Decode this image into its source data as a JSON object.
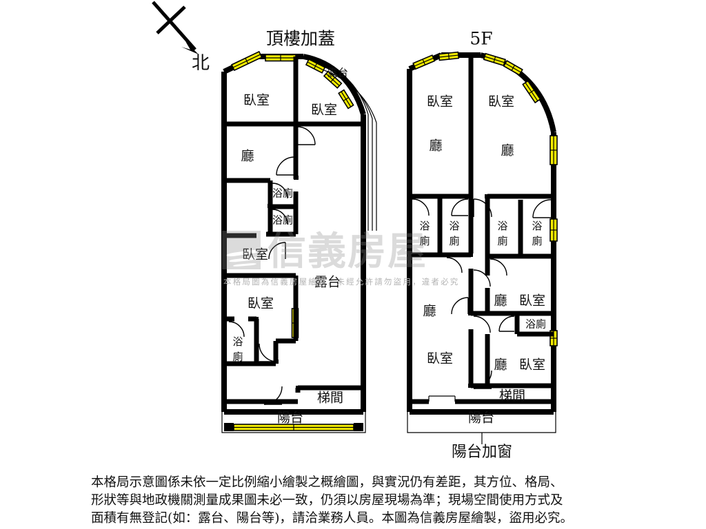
{
  "compass": {
    "label": "北"
  },
  "plans": [
    {
      "id": "rooftop",
      "title": "頂樓加蓋",
      "rooms": [
        {
          "name": "臥室",
          "kind": "bedroom"
        },
        {
          "name": "臥室",
          "kind": "bedroom"
        },
        {
          "name": "廳",
          "kind": "living"
        },
        {
          "name": "浴廁",
          "kind": "bath"
        },
        {
          "name": "浴廁",
          "kind": "bath"
        },
        {
          "name": "臥室",
          "kind": "bedroom"
        },
        {
          "name": "臥室",
          "kind": "bedroom"
        },
        {
          "name": "浴廁",
          "kind": "bath"
        },
        {
          "name": "梯間",
          "kind": "stair"
        },
        {
          "name": "陽台",
          "kind": "balcony"
        }
      ],
      "annotations": [
        {
          "name": "露台",
          "kind": "terrace"
        },
        {
          "name": "露台",
          "kind": "terrace"
        }
      ]
    },
    {
      "id": "floor5",
      "title": "5F",
      "rooms": [
        {
          "name": "臥室",
          "kind": "bedroom"
        },
        {
          "name": "臥室",
          "kind": "bedroom"
        },
        {
          "name": "廳",
          "kind": "living"
        },
        {
          "name": "廳",
          "kind": "living"
        },
        {
          "name": "浴廁",
          "kind": "bath"
        },
        {
          "name": "浴廁",
          "kind": "bath"
        },
        {
          "name": "浴廁",
          "kind": "bath"
        },
        {
          "name": "浴廁",
          "kind": "bath"
        },
        {
          "name": "廳",
          "kind": "living"
        },
        {
          "name": "臥室",
          "kind": "bedroom"
        },
        {
          "name": "廳",
          "kind": "living"
        },
        {
          "name": "臥室",
          "kind": "bedroom"
        },
        {
          "name": "浴廁",
          "kind": "bath"
        },
        {
          "name": "廳",
          "kind": "living"
        },
        {
          "name": "臥室",
          "kind": "bedroom"
        },
        {
          "name": "梯間",
          "kind": "stair"
        },
        {
          "name": "陽台",
          "kind": "balcony"
        }
      ],
      "annotations": [
        {
          "name": "陽台加窗",
          "kind": "callout"
        }
      ]
    }
  ],
  "labels": {
    "rooftop_title": "頂樓加蓋",
    "floor5_title": "5F",
    "bedroom": "臥室",
    "living": "廳",
    "bath": "浴廁",
    "bath_2line_a": "浴",
    "bath_2line_b": "廁",
    "stair": "梯間",
    "balcony": "陽台",
    "terrace": "露台",
    "balcony_window": "陽台加窗"
  },
  "watermark": {
    "brand": "信義房屋",
    "note": "本格局圖為信義房屋繪製，未經允許請勿盜用，違者必究"
  },
  "disclaimer": {
    "line1": "本格局示意圖係未依一定比例縮小繪製之概繪圖，與實況仍有差距，其方位、格局、",
    "line2": "形狀等與地政機關測量成果圖未必一致，仍須以房屋現場為準；現場空間使用方式及",
    "line3": "面積有無登記(如：露台、陽台等)，請洽業務人員。本圖為信義房屋繪製，盜用必究。"
  },
  "colors": {
    "wall": "#000000",
    "window": "#f2ea00",
    "text": "#111111",
    "watermark": "#8a8a8a"
  }
}
